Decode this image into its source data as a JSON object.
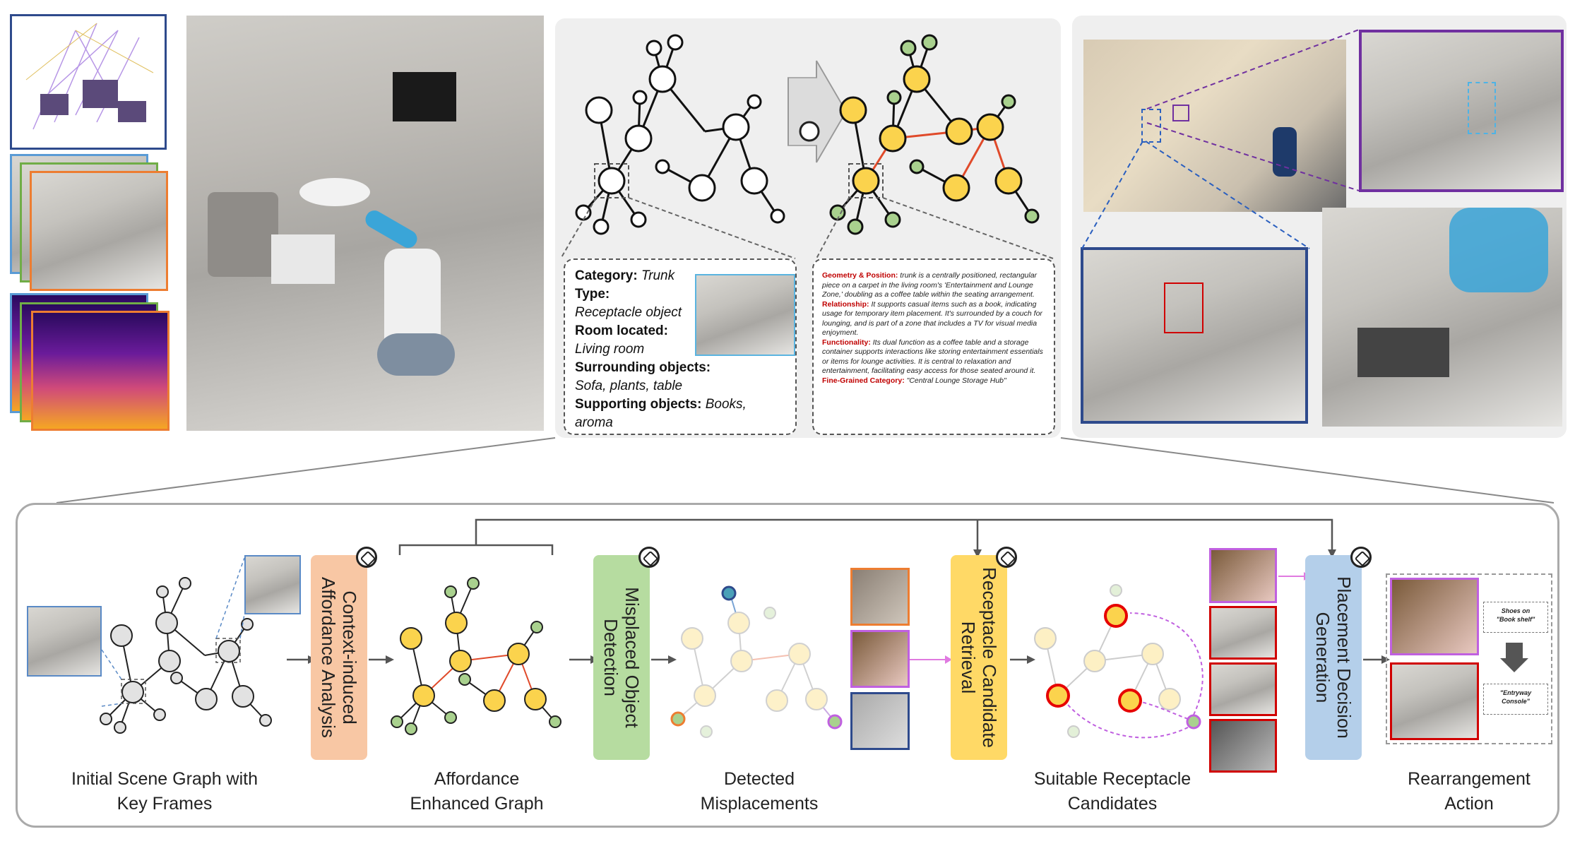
{
  "info_card": {
    "category_label": "Category:",
    "category_value": "Trunk",
    "type_label": "Type:",
    "type_value": "Receptacle object",
    "room_label": "Room located:",
    "room_value": "Living room",
    "surrounding_label": "Surrounding objects:",
    "surrounding_value": "Sofa, plants, table",
    "supporting_label": "Supporting objects:",
    "supporting_value": "Books, aroma"
  },
  "description_card": {
    "geometry_label": "Geometry & Position:",
    "geometry_text": "trunk is a centrally positioned, rectangular piece on a carpet in the living room's 'Entertainment and Lounge Zone,' doubling as a coffee table within the seating arrangement.",
    "relationship_label": "Relationship:",
    "relationship_text": "It supports casual items such as a book, indicating usage for temporary item placement. It's surrounded by a couch  for lounging, and is part of a zone that includes a TV for visual media enjoyment.",
    "functionality_label": "Functionality:",
    "functionality_text": "Its dual function as a coffee table and a storage container supports interactions like storing entertainment essentials or items for lounge activities. It is central to relaxation and entertainment, facilitating easy access for those seated around it.",
    "fine_label": "Fine-Grained Category:",
    "fine_text": "\"Central Lounge Storage Hub\""
  },
  "pipeline": {
    "modules": [
      {
        "label": "Context-induced\nAffordance Analysis",
        "color": "#f8c7a4"
      },
      {
        "label": "Misplaced Object\nDetection",
        "color": "#b6dca0"
      },
      {
        "label": "Receptacle Candidate\nRetrieval",
        "color": "#ffd966"
      },
      {
        "label": "Placement Decision\nGeneration",
        "color": "#b4cfea"
      }
    ],
    "captions": [
      "Initial Scene Graph with\nKey Frames",
      "Affordance\nEnhanced Graph",
      "Detected\nMisplacements",
      "Suitable Receptacle\nCandidates",
      "Rearrangement\nAction"
    ],
    "action_notes": {
      "note1_a": "Shoes on",
      "note1_b": "\"Book shelf\"",
      "note2_a": "\"Entryway",
      "note2_b": "Console\""
    }
  },
  "colors": {
    "yellow_node": "#fbd34d",
    "green_node": "#a9d18e",
    "red_edge": "#e04a2a",
    "frame_blue": "#2e4a8c",
    "frame_purple": "#7030a0",
    "frame_red": "#d00000",
    "frame_orange": "#ed7d31"
  }
}
